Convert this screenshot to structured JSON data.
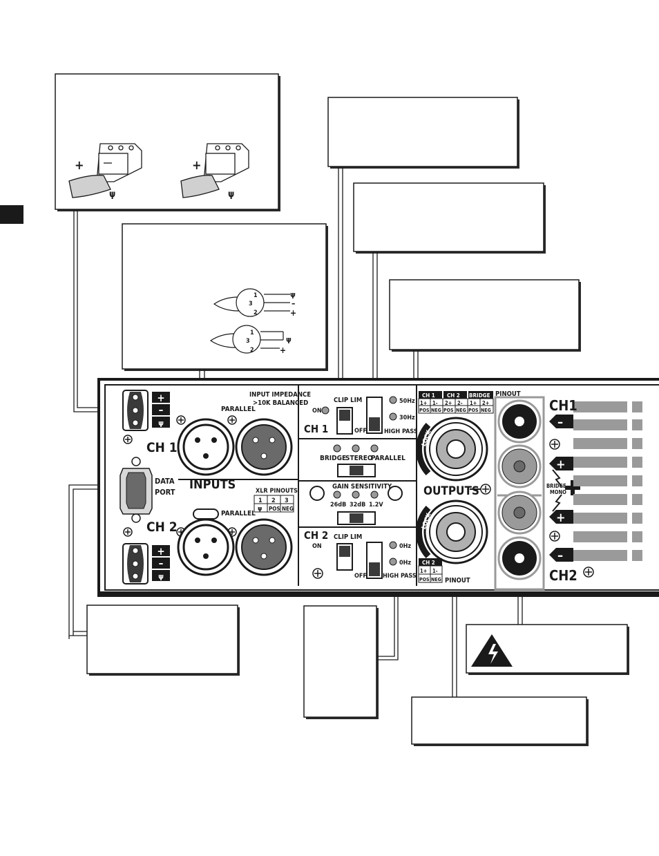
{
  "panel": {
    "input_impedance": "INPUT IMPEDANCE",
    "impedance_value": ">10K BALANCED",
    "parallel": "PARALLEL",
    "ch1": "CH 1",
    "ch2": "CH 2",
    "inputs": "INPUTS",
    "data": "DATA",
    "port": "PORT",
    "xlr_pinouts": "XLR PINOUTS",
    "xlr_pins": [
      "1",
      "2",
      "3"
    ],
    "xlr_pin_labels": [
      "POS",
      "NEG"
    ],
    "clip_lim": "CLIP LIM",
    "on": "ON",
    "off": "OFF",
    "hz50": "50Hz",
    "hz30": "30Hz",
    "high_pass": "HIGH PASS",
    "bridge": "BRIDGE",
    "stereo": "STEREO",
    "parallel_mode": "PARALLEL",
    "gain_sensitivity": "GAIN SENSITIVITY",
    "gain_values": [
      "26dB",
      "32dB",
      "1.2V"
    ],
    "outputs": "OUTPUTS",
    "lock": "LOCK",
    "pinout": "PINOUT",
    "spk_headers": [
      "CH 1",
      "CH 2",
      "BRIDGE"
    ],
    "spk_row1": [
      "1+",
      "1-",
      "2+",
      "2-",
      "1+",
      "2+"
    ],
    "spk_row2": [
      "POS",
      "NEG",
      "POS",
      "NEG",
      "POS",
      "NEG"
    ],
    "ch2_pin_row1": [
      "1+",
      "1-"
    ],
    "ch2_pin_row2": [
      "POS",
      "NEG"
    ],
    "bind_post_ch1": "CH1",
    "bind_post_ch2": "CH2",
    "bridge_word": "BRIDGE",
    "mono_word": "MONO",
    "hz_ch2_a": "0Hz",
    "hz_ch2_b": "0Hz",
    "high_pass_ch2": "HIGH PASS"
  },
  "colors": {
    "ink": "#1a1a1a",
    "grey": "#9a9a9a",
    "panel_bg": "#ffffff"
  }
}
